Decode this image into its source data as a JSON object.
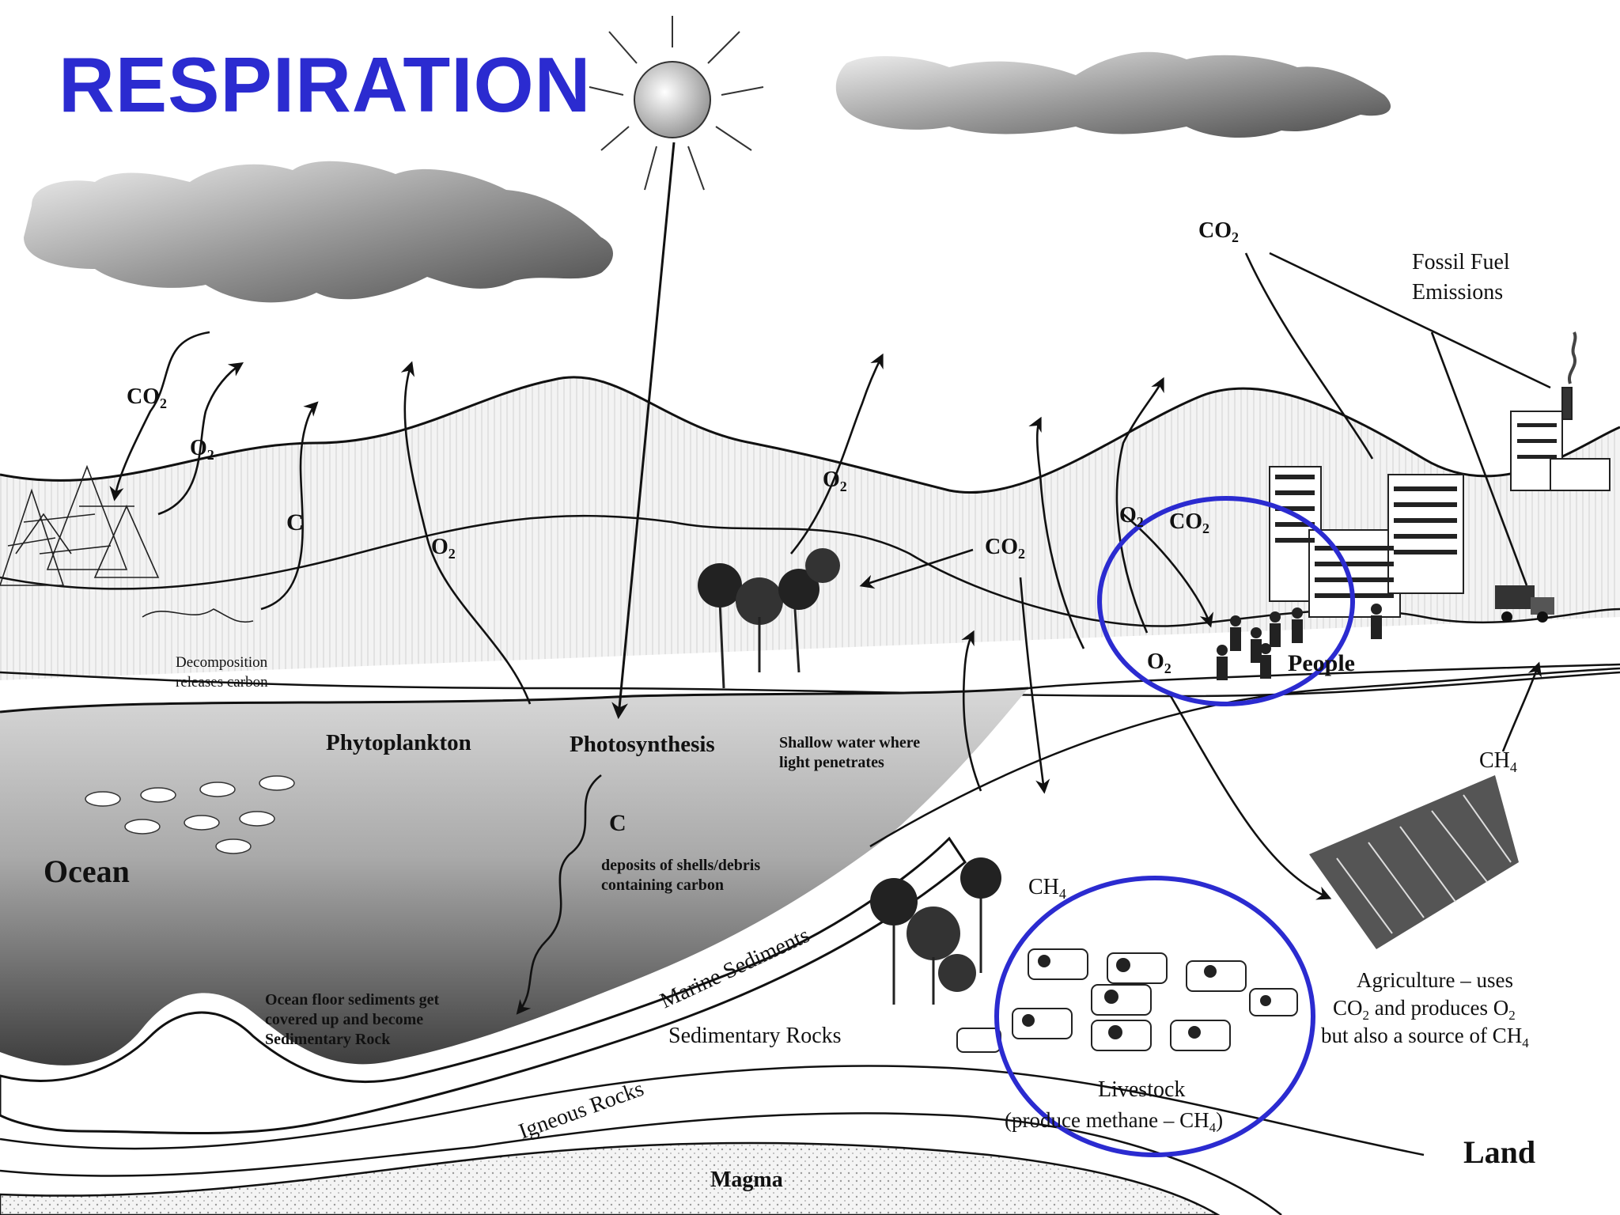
{
  "title": "RESPIRATION",
  "colors": {
    "title": "#2b2bd0",
    "highlight_circle": "#2b2bd0",
    "line": "#111111"
  },
  "labels": {
    "co2_forest": "CO",
    "o2_forest": "O",
    "c_forest": "C",
    "o2_ocean": "O",
    "decomposition_1": "Decomposition",
    "decomposition_2": "releases carbon",
    "phytoplankton": "Phytoplankton",
    "photosynthesis": "Photosynthesis",
    "shallow_1": "Shallow water where",
    "shallow_2": "light penetrates",
    "ocean": "Ocean",
    "c_ocean": "C",
    "deposits_1": "deposits of shells/debris",
    "deposits_2": "containing carbon",
    "seafloor_1": "Ocean floor sediments get",
    "seafloor_2": "covered up and become",
    "seafloor_3": "Sedimentary Rock",
    "marine_sediments": "Marine Sediments",
    "sedimentary_rocks": "Sedimentary Rocks",
    "igneous_rocks": "Igneous Rocks",
    "magma": "Magma",
    "o2_trees": "O",
    "co2_trees": "CO",
    "co2_top": "CO",
    "fossil_1": "Fossil Fuel",
    "fossil_2": "Emissions",
    "o2_people_top": "O",
    "co2_people": "CO",
    "o2_people_bottom": "O",
    "people": "People",
    "ch4_agri": "CH",
    "ch4_livestock": "CH",
    "agri_1": "Agriculture – uses",
    "agri_2a": "CO",
    "agri_2b": " and produces O",
    "agri_3a": "but also a source of CH",
    "livestock_1": "Livestock",
    "livestock_2": "(produce methane – CH",
    "livestock_2_end": ")",
    "land": "Land",
    "sub2": "2",
    "sub4": "4"
  }
}
